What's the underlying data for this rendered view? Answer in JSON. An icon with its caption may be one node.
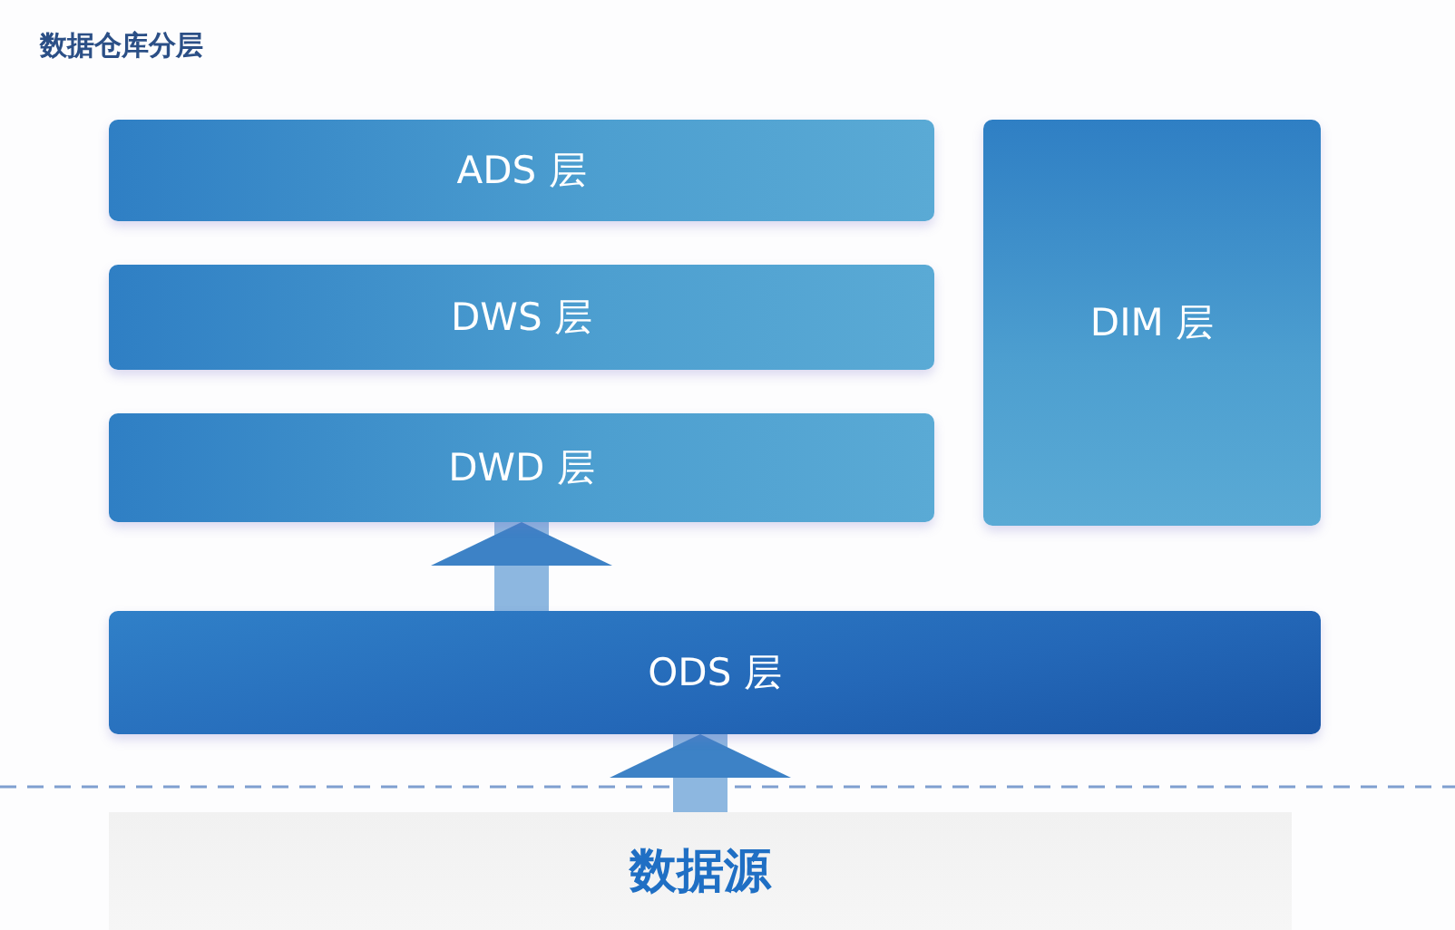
{
  "diagram": {
    "title": "数据仓库分层",
    "nodes": [
      {
        "text": [
          "ADS 层"
        ]
      },
      {
        "text": [
          "DWS 层"
        ]
      },
      {
        "text": [
          "DWD 层"
        ]
      },
      {
        "text": [
          "DIM 层"
        ]
      },
      {
        "text": [
          "ODS 层"
        ]
      },
      {
        "text": [
          "数据源"
        ]
      }
    ],
    "edges": [
      {
        "from": 5,
        "to": 4,
        "arrow": "to"
      },
      {
        "from": 4,
        "to": 2,
        "arrow": "to"
      }
    ]
  }
}
